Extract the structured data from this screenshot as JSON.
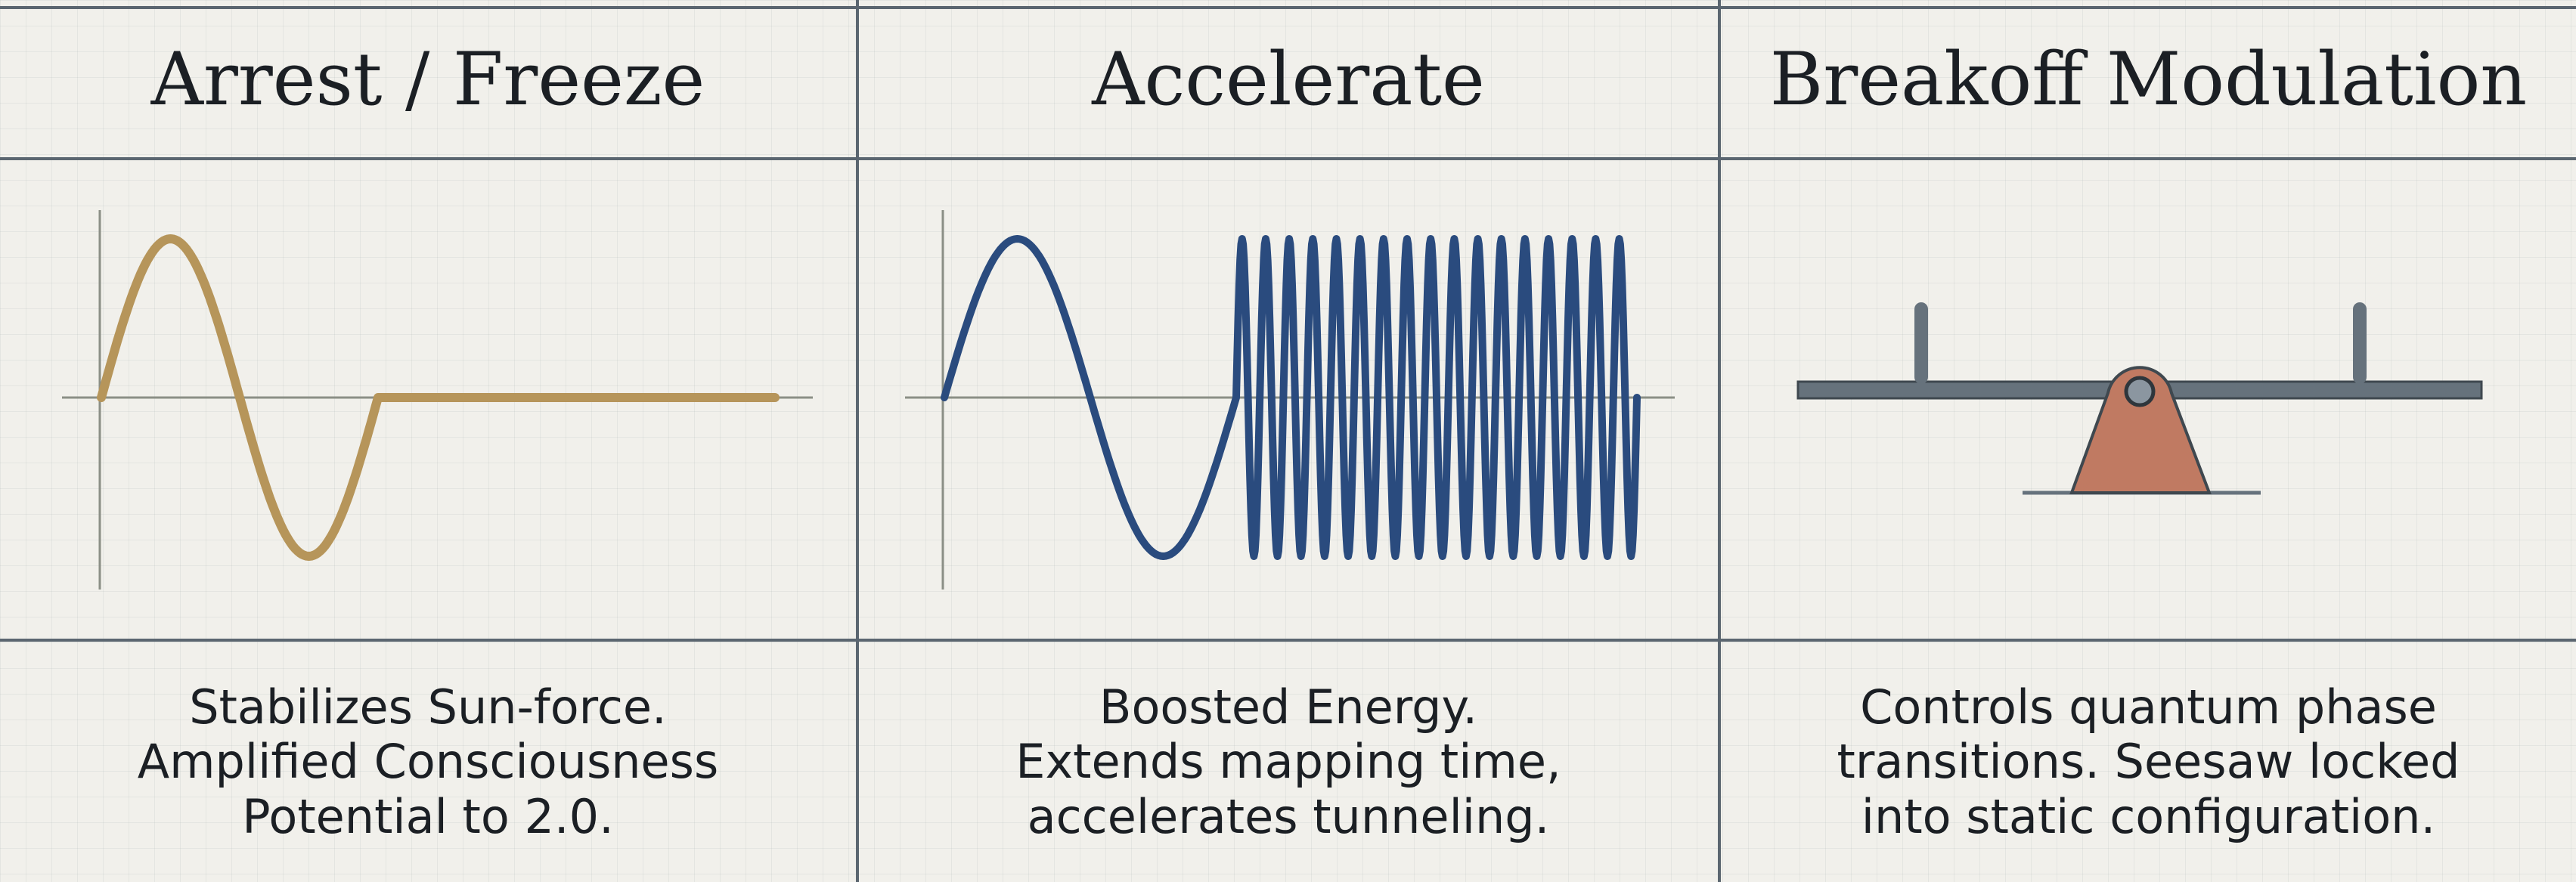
{
  "panels": [
    {
      "title": "Arrest / Freeze",
      "description": [
        "Stabilizes Sun-force.",
        "Amplified Consciousness",
        "Potential to 2.0."
      ],
      "wave_color": "#b6955a",
      "wave_shape": "one sine cycle then flatline"
    },
    {
      "title": "Accelerate",
      "description": [
        "Boosted Energy.",
        "Extends mapping time,",
        "accelerates tunneling."
      ],
      "wave_color": "#2a4b7e",
      "wave_shape": "one sine cycle then high-frequency oscillation"
    },
    {
      "title": "Breakoff Modulation",
      "description": [
        "Controls quantum phase",
        "transitions. Seesaw locked",
        "into static configuration."
      ],
      "seesaw_colors": {
        "beam": "#66727c",
        "fulcrum": "#c07a62",
        "pivot": "#8b96a0"
      }
    }
  ],
  "colors": {
    "background": "#f1f0eb",
    "grid_lines": "#5b6670",
    "axis": "#8b8f86"
  }
}
